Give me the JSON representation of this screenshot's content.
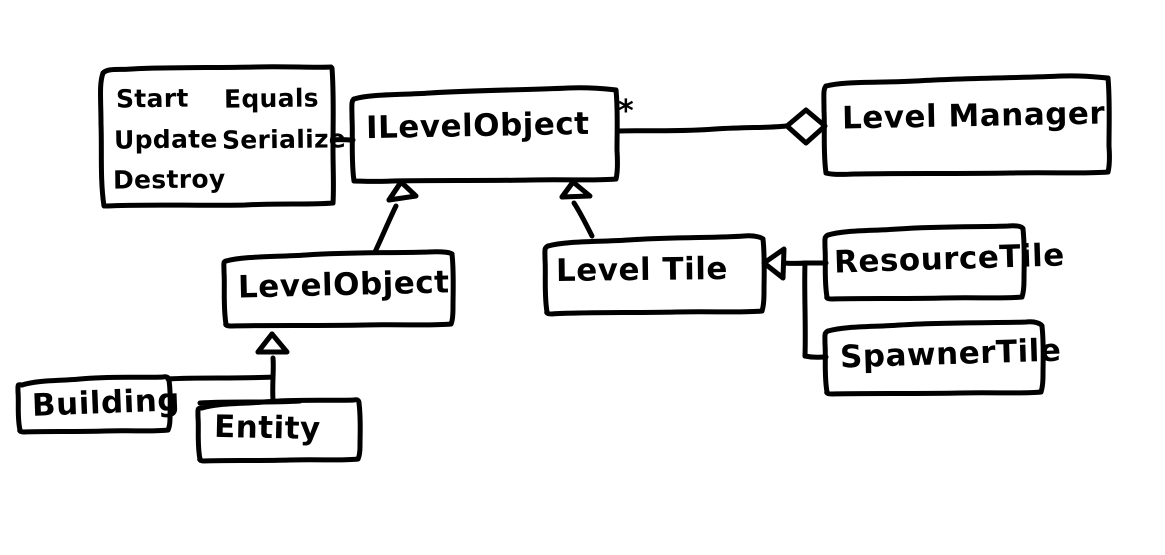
{
  "diagram": {
    "title": "UML Class Diagram",
    "style": "hand-drawn sketch",
    "background_color": "#ffffff",
    "stroke_color": "#000000"
  },
  "classes": {
    "methods_note": {
      "name": "methods-note",
      "column_left": [
        "Start",
        "Update",
        "Destroy"
      ],
      "column_right": [
        "Equals",
        "Serialize",
        ""
      ],
      "line1_left": "Start",
      "line1_right": "Equals",
      "line2_left": "Update",
      "line2_right": "Serialize",
      "line3_left": "Destroy"
    },
    "ilevelobject": {
      "name": "ILevelObject",
      "label": "ILevelObject"
    },
    "levelmanager": {
      "name": "LevelManager",
      "label": "Level Manager"
    },
    "levelobject": {
      "name": "LevelObject",
      "label": "LevelObject"
    },
    "leveltile": {
      "name": "LevelTile",
      "label": "Level Tile"
    },
    "resourcetile": {
      "name": "ResourceTile",
      "label": "ResourceTile"
    },
    "spawnertile": {
      "name": "SpawnerTile",
      "label": "SpawnerTile"
    },
    "building": {
      "name": "Building",
      "label": "Building"
    },
    "entity": {
      "name": "Entity",
      "label": "Entity"
    }
  },
  "annotations": {
    "ilevelobject_multiplicity": "*"
  },
  "relationships": [
    {
      "from": "ILevelObject",
      "to": "LevelManager",
      "type": "aggregation",
      "marker": "hollow-diamond",
      "multiplicity": "*"
    },
    {
      "from": "LevelObject",
      "to": "ILevelObject",
      "type": "realization",
      "marker": "hollow-triangle"
    },
    {
      "from": "LevelTile",
      "to": "ILevelObject",
      "type": "realization",
      "marker": "hollow-triangle"
    },
    {
      "from": "ResourceTile",
      "to": "LevelTile",
      "type": "inheritance",
      "marker": "hollow-triangle"
    },
    {
      "from": "SpawnerTile",
      "to": "LevelTile",
      "type": "inheritance",
      "marker": "hollow-triangle"
    },
    {
      "from": "Building",
      "to": "LevelObject",
      "type": "inheritance",
      "marker": "hollow-triangle"
    },
    {
      "from": "Entity",
      "to": "LevelObject",
      "type": "inheritance",
      "marker": "hollow-triangle"
    },
    {
      "from": "methods-note",
      "to": "ILevelObject",
      "type": "note-link",
      "marker": "none"
    }
  ]
}
